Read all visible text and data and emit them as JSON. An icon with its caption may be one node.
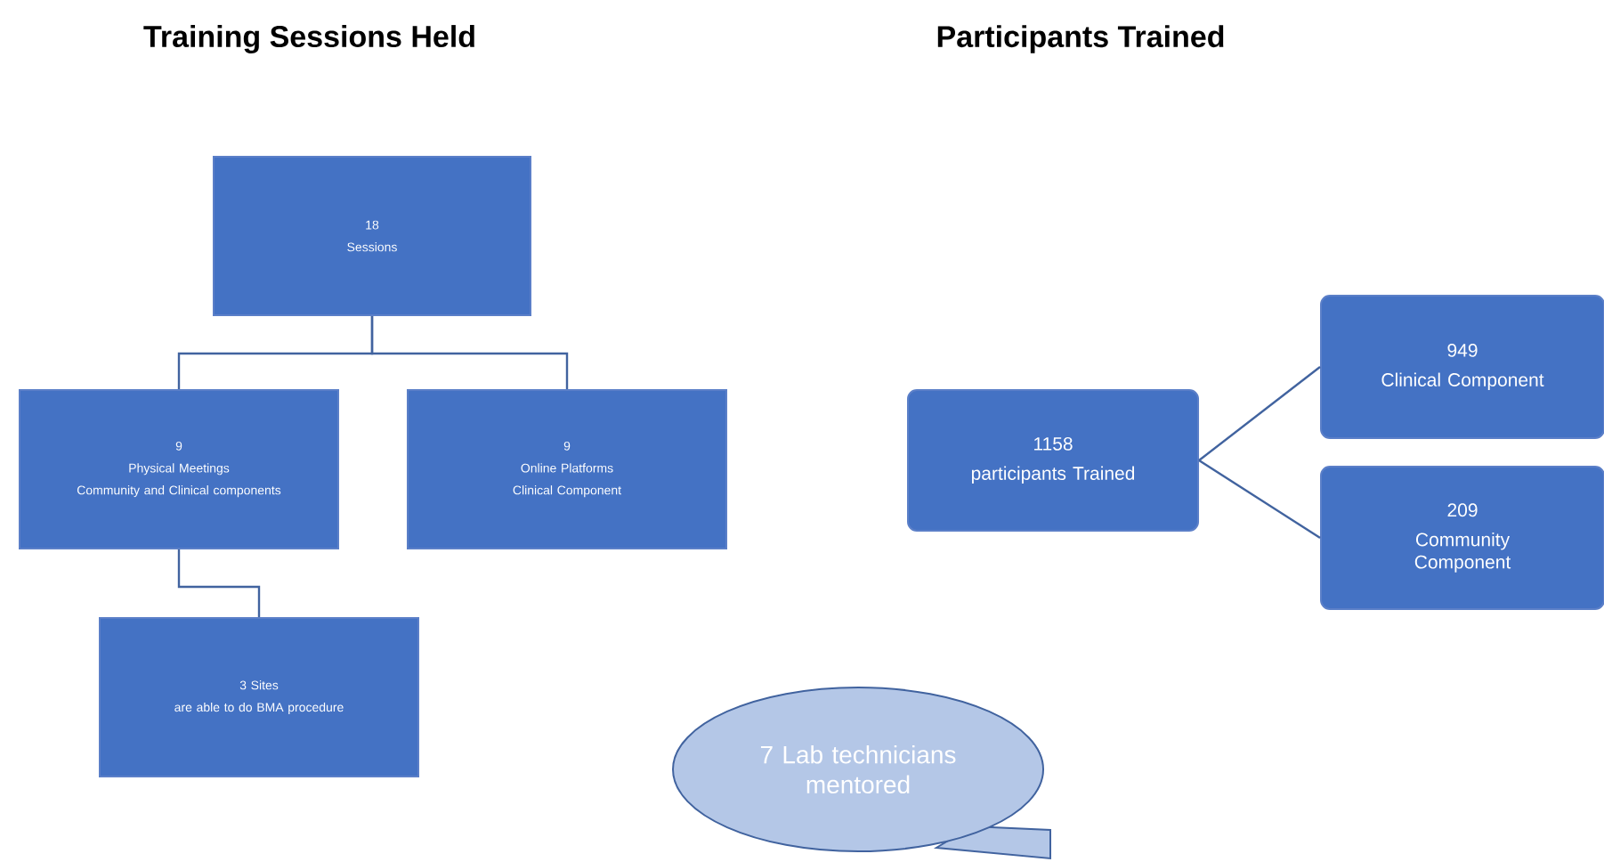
{
  "diagram": {
    "nodes": [
      {
        "text": [
          "18",
          "Sessions"
        ]
      },
      {
        "text": [
          "9",
          "Physical Meetings",
          "Community and Clinical components"
        ]
      },
      {
        "text": [
          "9",
          "Online Platforms",
          "Clinical Component"
        ]
      },
      {
        "text": [
          "3 Sites",
          "are able to do BMA procedure"
        ]
      },
      {
        "text": [
          "1158",
          "participants Trained"
        ]
      },
      {
        "text": [
          "949",
          "Clinical Component"
        ]
      },
      {
        "text": [
          "209",
          "Community Component"
        ]
      },
      {
        "text": [
          "7 Lab technicians mentored"
        ]
      }
    ],
    "edges": [
      {
        "from": 0,
        "to": 1,
        "arrow": "none"
      },
      {
        "from": 0,
        "to": 2,
        "arrow": "none"
      },
      {
        "from": 1,
        "to": 3,
        "arrow": "none"
      },
      {
        "from": 4,
        "to": 5,
        "arrow": "none"
      },
      {
        "from": 4,
        "to": 6,
        "arrow": "none"
      }
    ],
    "labels": [
      "Training Sessions Held",
      "Participants Trained"
    ]
  }
}
